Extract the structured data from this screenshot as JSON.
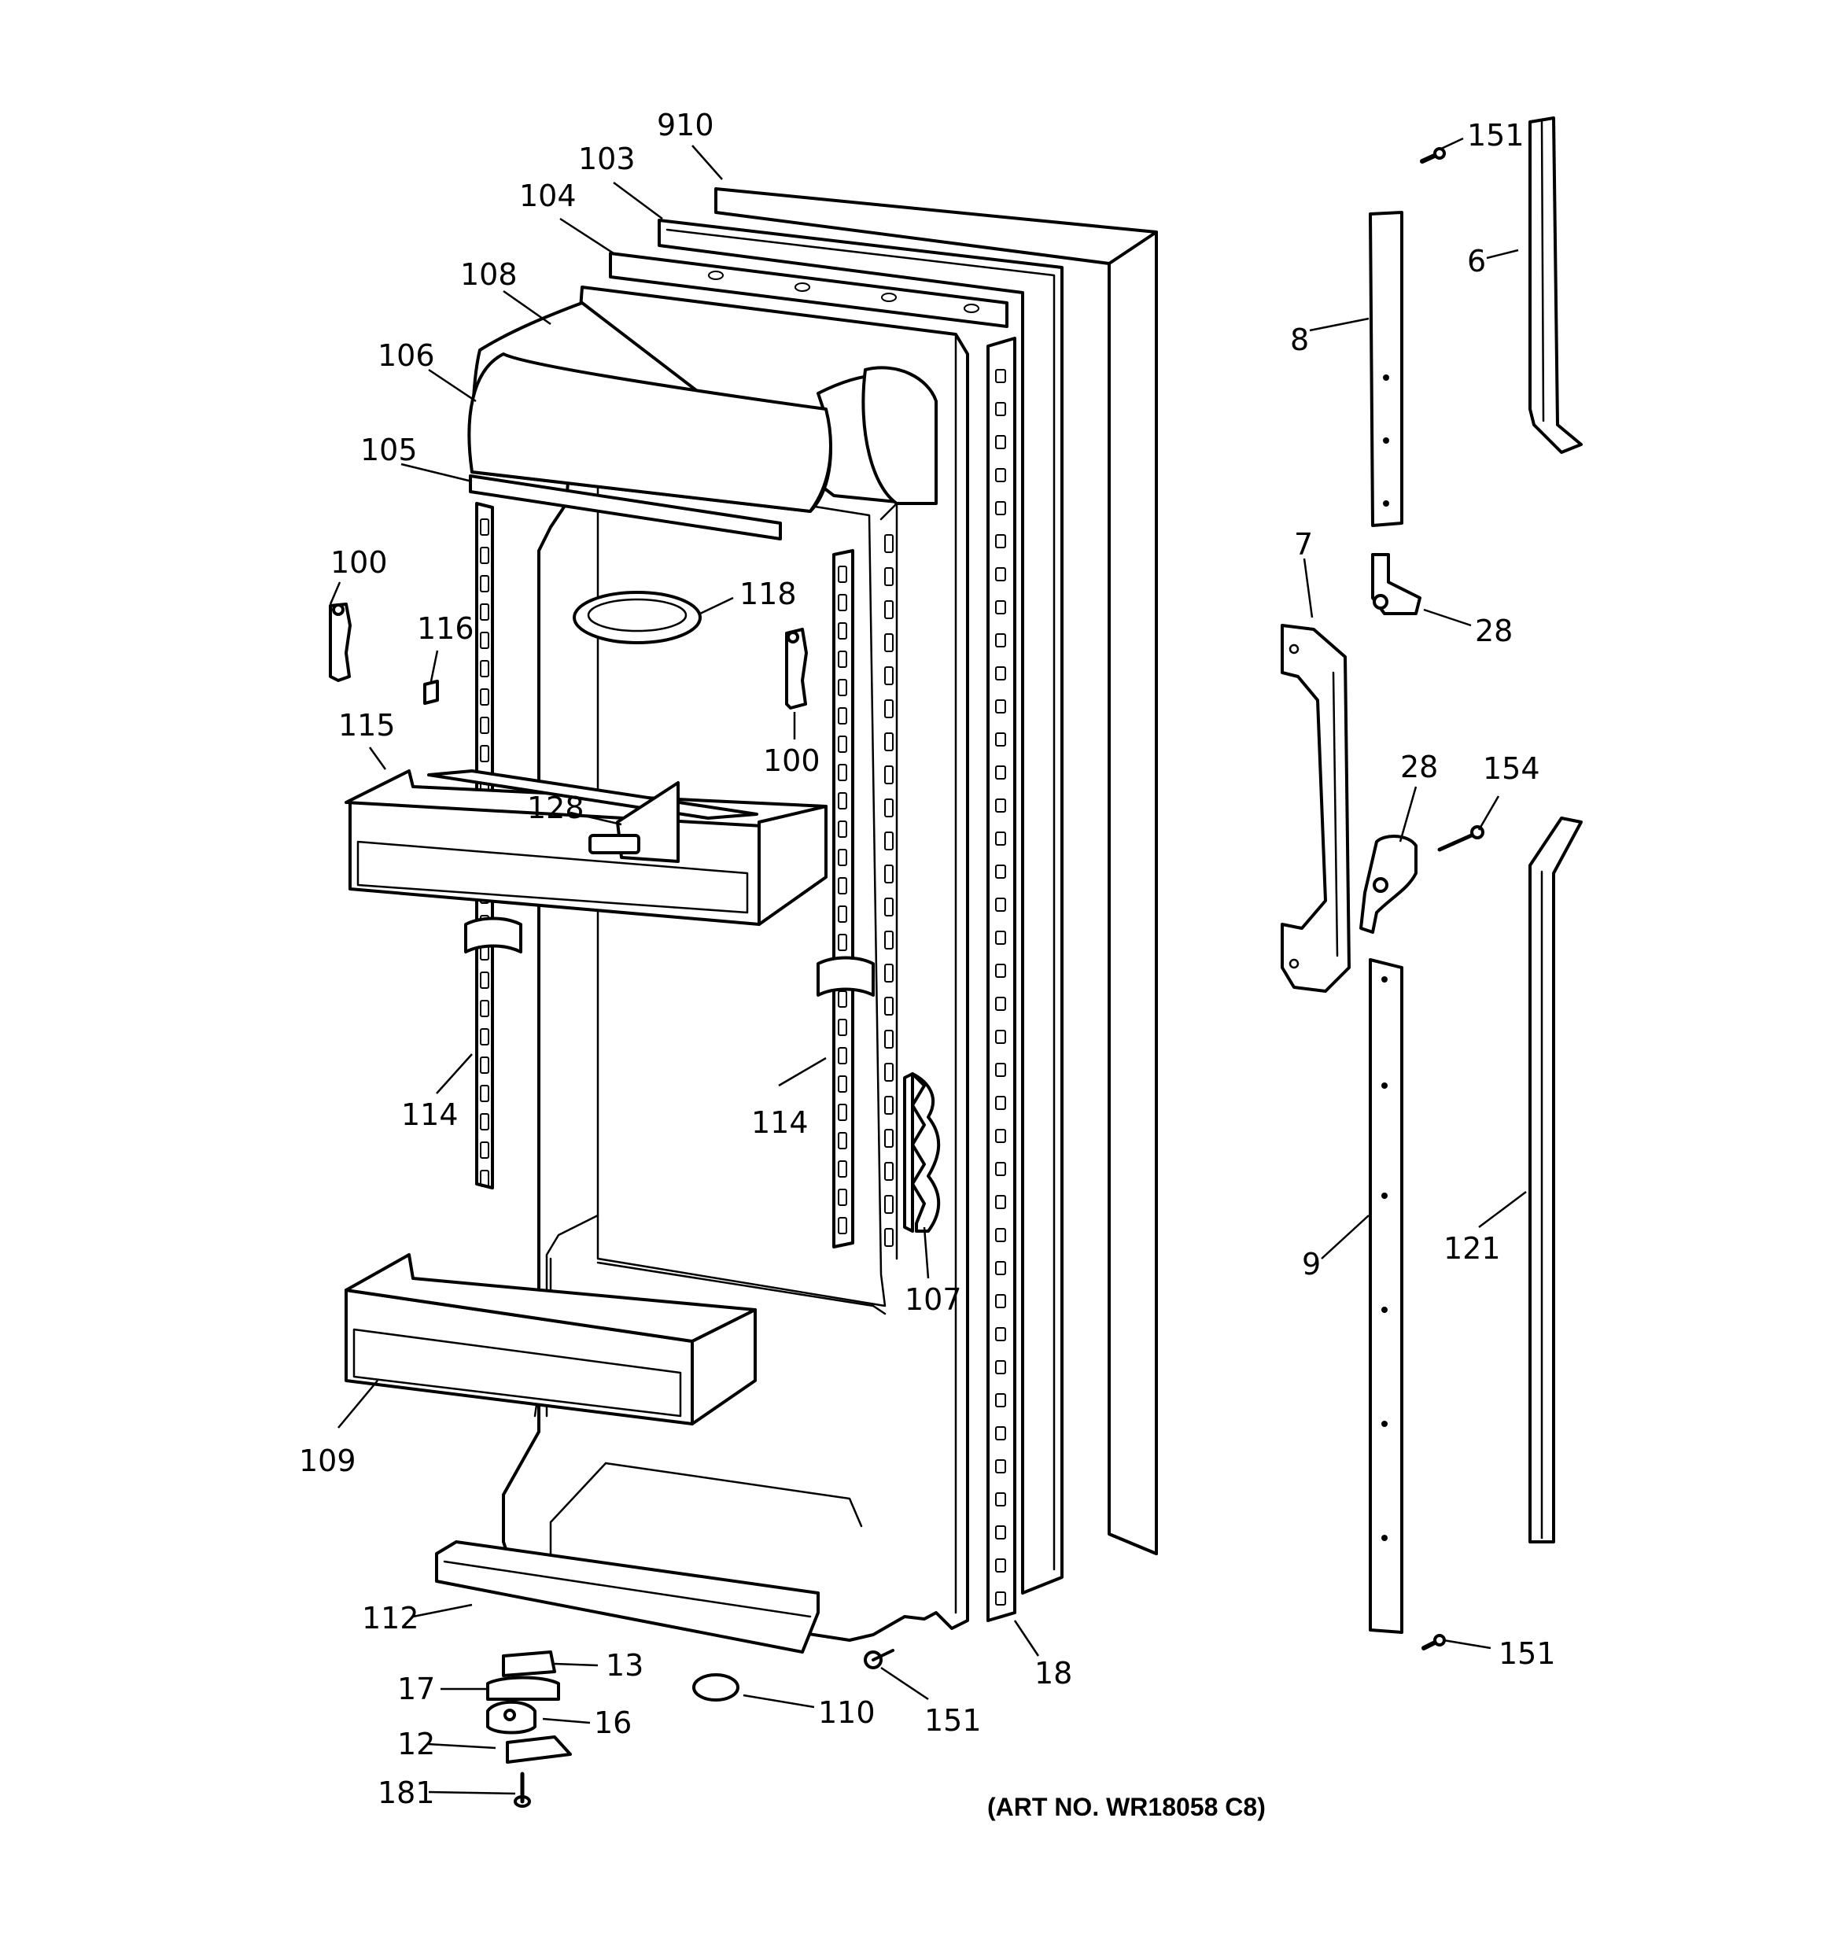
{
  "callouts": {
    "c910": "910",
    "c103": "103",
    "c104": "104",
    "c108": "108",
    "c106": "106",
    "c105": "105",
    "c100a": "100",
    "c116": "116",
    "c118": "118",
    "c100b": "100",
    "c115": "115",
    "c128": "128",
    "c114a": "114",
    "c114b": "114",
    "c107": "107",
    "c109": "109",
    "c112": "112",
    "c13": "13",
    "c17": "17",
    "c16": "16",
    "c12": "12",
    "c181": "181",
    "c110": "110",
    "c151a": "151",
    "c18": "18",
    "c151b": "151",
    "c6": "6",
    "c8": "8",
    "c7": "7",
    "c28a": "28",
    "c28b": "28",
    "c154": "154",
    "c9": "9",
    "c121": "121",
    "c151c": "151"
  },
  "art_number": "(ART NO. WR18058 C8)"
}
